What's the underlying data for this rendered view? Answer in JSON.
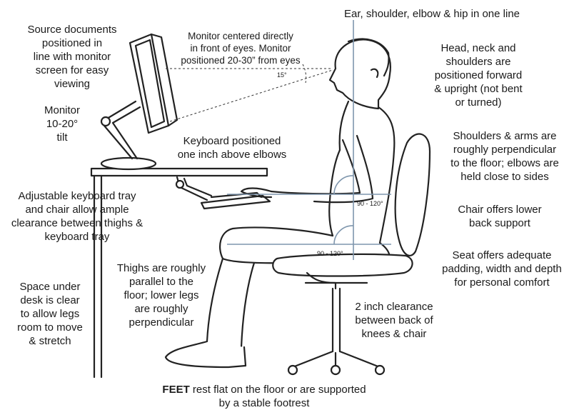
{
  "title_line": "Ear, shoulder, elbow & hip in one line",
  "labels": {
    "source_documents": "Source documents\npositioned in\nline with monitor\nscreen for easy\nviewing",
    "monitor_centered": "Monitor centered directly\nin front of eyes. Monitor\npositioned 20-30” from eyes",
    "head_neck": "Head, neck and\nshoulders are\npositioned forward\n& upright (not bent\nor turned)",
    "monitor_tilt": "Monitor\n10-20°\ntilt",
    "keyboard_position": "Keyboard positioned\none inch above elbows",
    "shoulders_arms": "Shoulders & arms are\nroughly perpendicular\nto the floor; elbows are\nheld close to sides",
    "keyboard_tray": "Adjustable keyboard tray\nand chair allow ample\nclearance between thighs &\nkeyboard tray",
    "chair_support": "Chair offers lower\nback support",
    "seat_padding": "Seat offers adequate\npadding, width and depth\nfor personal comfort",
    "space_under_desk": "Space under\ndesk is clear\nto allow legs\nroom to move\n& stretch",
    "thighs": "Thighs are roughly\nparallel to the\nfloor; lower legs\nare roughly\nperpendicular",
    "clearance": "2 inch clearance\nbetween back of\nknees & chair"
  },
  "angles": {
    "view_angle": "15°",
    "elbow_angle": "90 - 120°",
    "hip_angle": "90 - 120°"
  },
  "footer": {
    "bold": "FEET",
    "rest": " rest flat on the floor or are supported\nby a stable footrest"
  },
  "colors": {
    "text": "#1a1a1a",
    "guide_line": "#7f96ad",
    "drawing": "#222222"
  }
}
